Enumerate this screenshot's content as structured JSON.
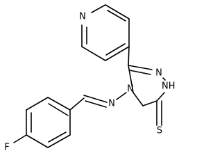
{
  "atom_labels": {
    "pyridine_nitrogen": "N",
    "triazole_n1": "N",
    "triazole_nh": "NH",
    "triazole_n4": "N",
    "imine_nitrogen": "N",
    "thione_sulfur": "S",
    "fluorine": "F"
  },
  "colors": {
    "bond": "#000000",
    "label": "#000000",
    "background": "#ffffff"
  }
}
